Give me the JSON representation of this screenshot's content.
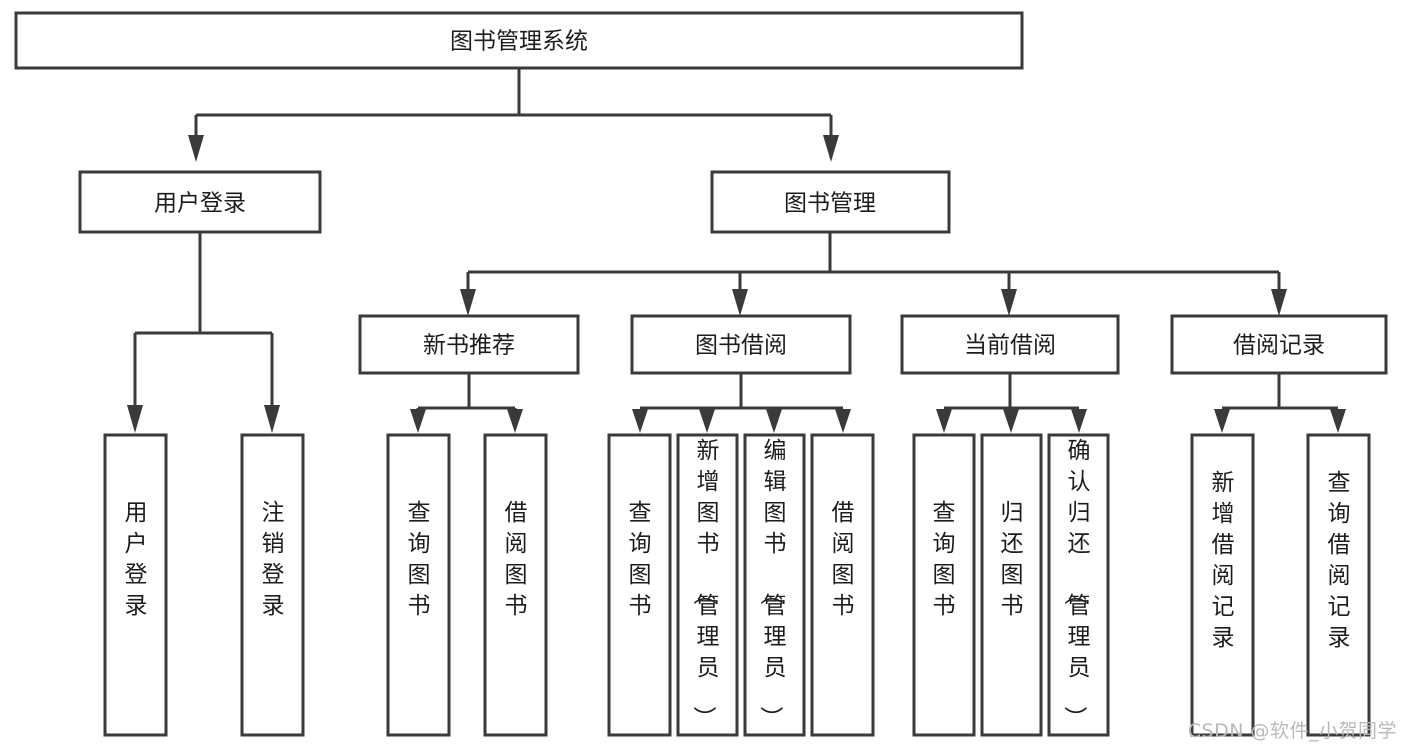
{
  "diagram": {
    "type": "tree-hierarchy",
    "title": "图书管理系统",
    "orientation": "top-down",
    "colors": {
      "box_stroke": "#3a3a3a",
      "box_fill": "#ffffff",
      "connector": "#3a3a3a",
      "text": "#1d1d1d",
      "background": "#ffffff",
      "watermark": "#b9b9b9"
    },
    "root": {
      "label": "图书管理系统"
    },
    "level2": [
      {
        "label": "用户登录"
      },
      {
        "label": "图书管理"
      }
    ],
    "level3": [
      {
        "label": "新书推荐"
      },
      {
        "label": "图书借阅"
      },
      {
        "label": "当前借阅"
      },
      {
        "label": "借阅记录"
      }
    ],
    "leaves": {
      "user_login": [
        {
          "label": "用户登录"
        },
        {
          "label": "注销登录"
        }
      ],
      "new_book_recommend": [
        {
          "label": "查询图书"
        },
        {
          "label": "借阅图书"
        }
      ],
      "book_borrow": [
        {
          "label": "查询图书"
        },
        {
          "label": "新增图书（管理员）"
        },
        {
          "label": "编辑图书（管理员）"
        },
        {
          "label": "借阅图书"
        }
      ],
      "current_borrow": [
        {
          "label": "查询图书"
        },
        {
          "label": "归还图书"
        },
        {
          "label": "确认归还（管理员）"
        }
      ],
      "borrow_record": [
        {
          "label": "新增借阅记录"
        },
        {
          "label": "查询借阅记录"
        }
      ]
    }
  },
  "watermark": {
    "text": "CSDN @软件_小贺同学"
  }
}
